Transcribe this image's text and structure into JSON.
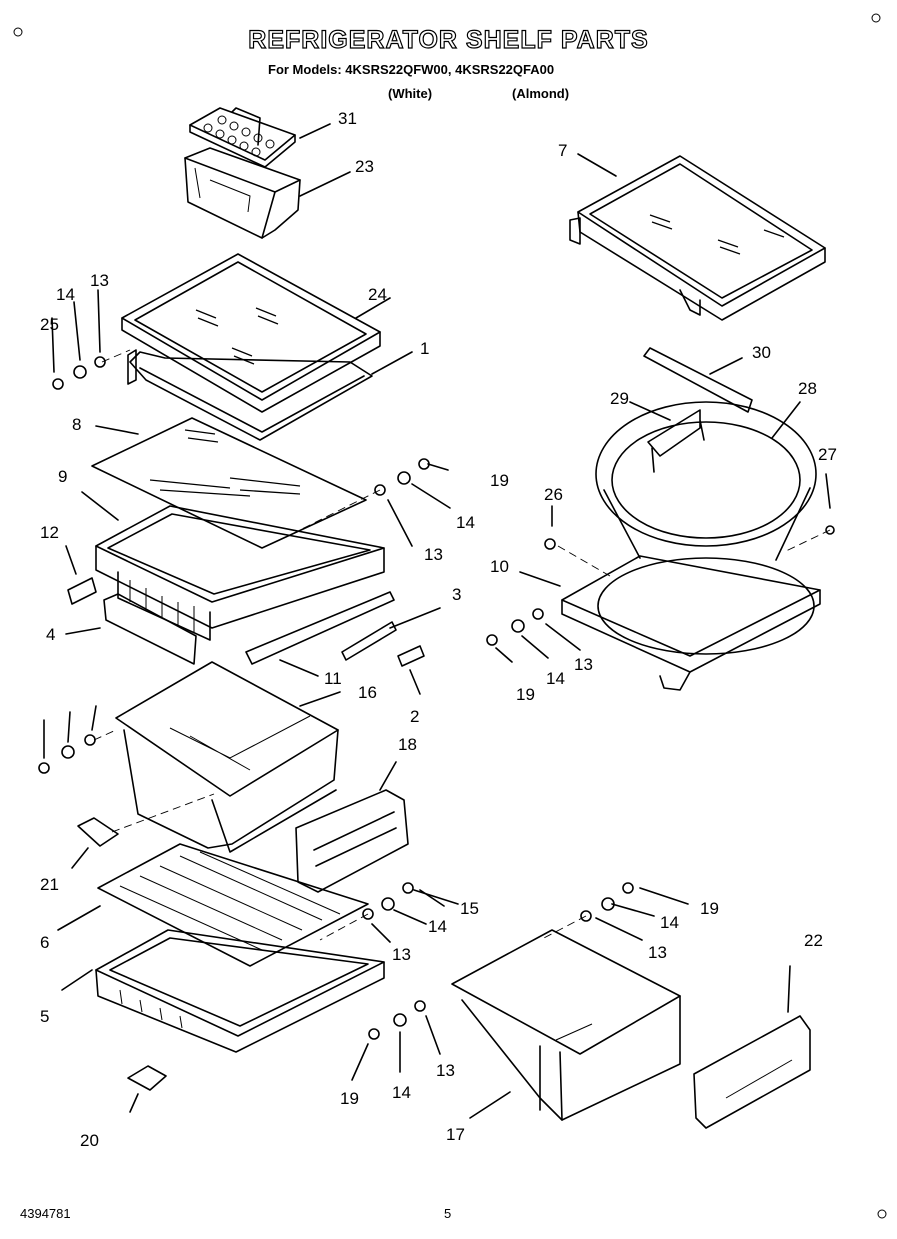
{
  "title": "REFRIGERATOR SHELF PARTS",
  "models_line": "For Models: 4KSRS22QFW00, 4KSRS22QFA00",
  "color_white": "(White)",
  "color_almond": "(Almond)",
  "doc_number": "4394781",
  "page_number": "5",
  "callouts": [
    "31",
    "23",
    "7",
    "24",
    "14",
    "13",
    "25",
    "1",
    "30",
    "28",
    "29",
    "8",
    "19",
    "27",
    "9",
    "14",
    "26",
    "13",
    "12",
    "10",
    "3",
    "19",
    "14",
    "13",
    "4",
    "11",
    "2",
    "16",
    "18",
    "21",
    "15",
    "6",
    "14",
    "19",
    "13",
    "14",
    "22",
    "13",
    "5",
    "19",
    "14",
    "13",
    "20",
    "17"
  ]
}
